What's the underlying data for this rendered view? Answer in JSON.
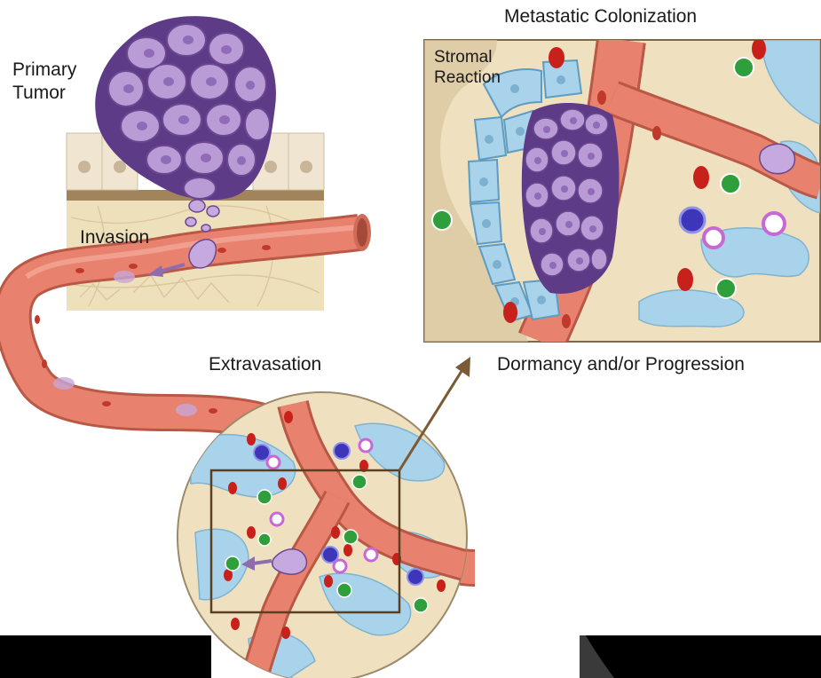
{
  "labels": {
    "primary_tumor_line1": "Primary",
    "primary_tumor_line2": "Tumor",
    "invasion": "Invasion",
    "extravasation": "Extravasation",
    "metastatic_colonization": "Metastatic Colonization",
    "stromal_reaction_line1": "Stromal",
    "stromal_reaction_line2": "Reaction",
    "dormancy_progression": "Dormancy and/or Progression"
  },
  "colors": {
    "vessel": "#e8826e",
    "vessel_dark": "#c9604c",
    "tumor_cell": "#b99bd6",
    "tumor_outline": "#5e3b86",
    "stroma": "#efe1bf",
    "epithelium": "#eee4cf",
    "basement_membrane": "#a0855e",
    "blue_cell": "#a9d3ea",
    "red_cell": "#c8201a",
    "green_cell": "#2e9f3a",
    "magenta_cell": "#c868d6",
    "blue_violet_cell": "#3d36b8",
    "arrow": "#7b5a36",
    "label_text": "#1a1a1a"
  }
}
